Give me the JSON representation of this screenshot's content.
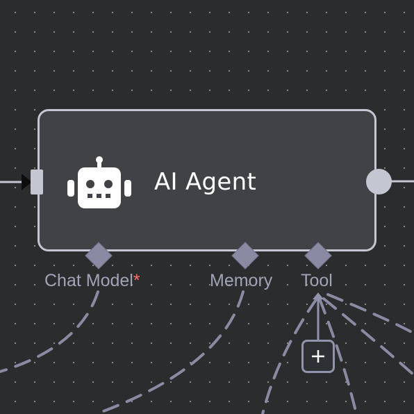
{
  "node": {
    "title": "AI Agent",
    "icon": "robot-icon"
  },
  "connectors": {
    "chat_model": {
      "label": "Chat Model",
      "required_mark": "*"
    },
    "memory": {
      "label": "Memory"
    },
    "tool": {
      "label": "Tool"
    }
  },
  "add_tool": {
    "icon": "plus-icon"
  },
  "colors": {
    "canvas_bg": "#2b2c2d",
    "node_bg": "#414245",
    "node_border": "#c4c6d2",
    "connector": "#8a8ba3",
    "label": "#a1a3b6",
    "required": "#ff6d6d",
    "text": "#ffffff"
  }
}
